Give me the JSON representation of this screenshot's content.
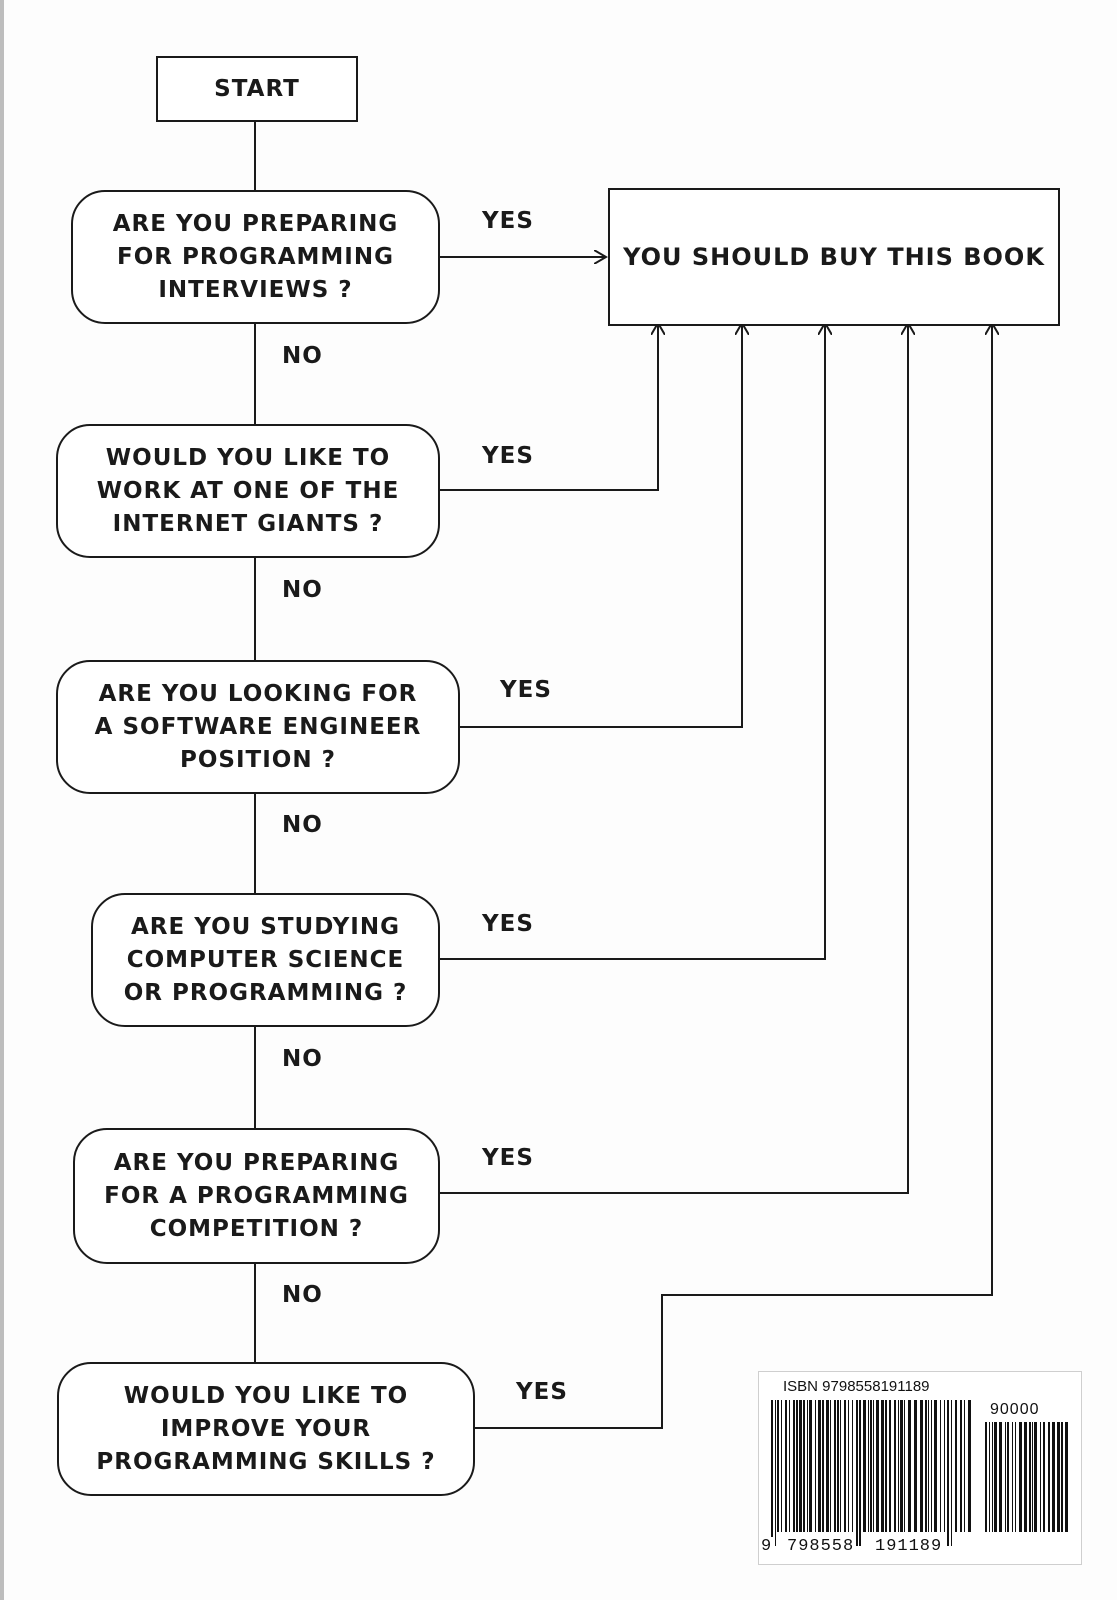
{
  "flowchart": {
    "start_label": "START",
    "result_label": "YOU SHOULD BUY THIS BOOK",
    "questions": [
      {
        "text": "ARE YOU PREPARING\nFOR PROGRAMMING\nINTERVIEWS ?",
        "yes_label": "YES",
        "no_label": "NO"
      },
      {
        "text": "WOULD YOU LIKE TO\nWORK AT ONE OF THE\nINTERNET GIANTS ?",
        "yes_label": "YES",
        "no_label": "NO"
      },
      {
        "text": "ARE YOU LOOKING FOR\nA SOFTWARE ENGINEER\nPOSITION ?",
        "yes_label": "YES",
        "no_label": "NO"
      },
      {
        "text": "ARE YOU STUDYING\nCOMPUTER SCIENCE\nOR PROGRAMMING ?",
        "yes_label": "YES",
        "no_label": "NO"
      },
      {
        "text": "ARE YOU PREPARING\nFOR A PROGRAMMING\nCOMPETITION ?",
        "yes_label": "YES",
        "no_label": "NO"
      },
      {
        "text": "WOULD YOU LIKE TO\nIMPROVE YOUR\nPROGRAMMING SKILLS ?",
        "yes_label": "YES"
      }
    ]
  },
  "barcode": {
    "isbn_label": "ISBN 9798558191189",
    "price_code": "90000",
    "digits_first": "9",
    "digits_group1": "798558",
    "digits_group2": "191189"
  }
}
